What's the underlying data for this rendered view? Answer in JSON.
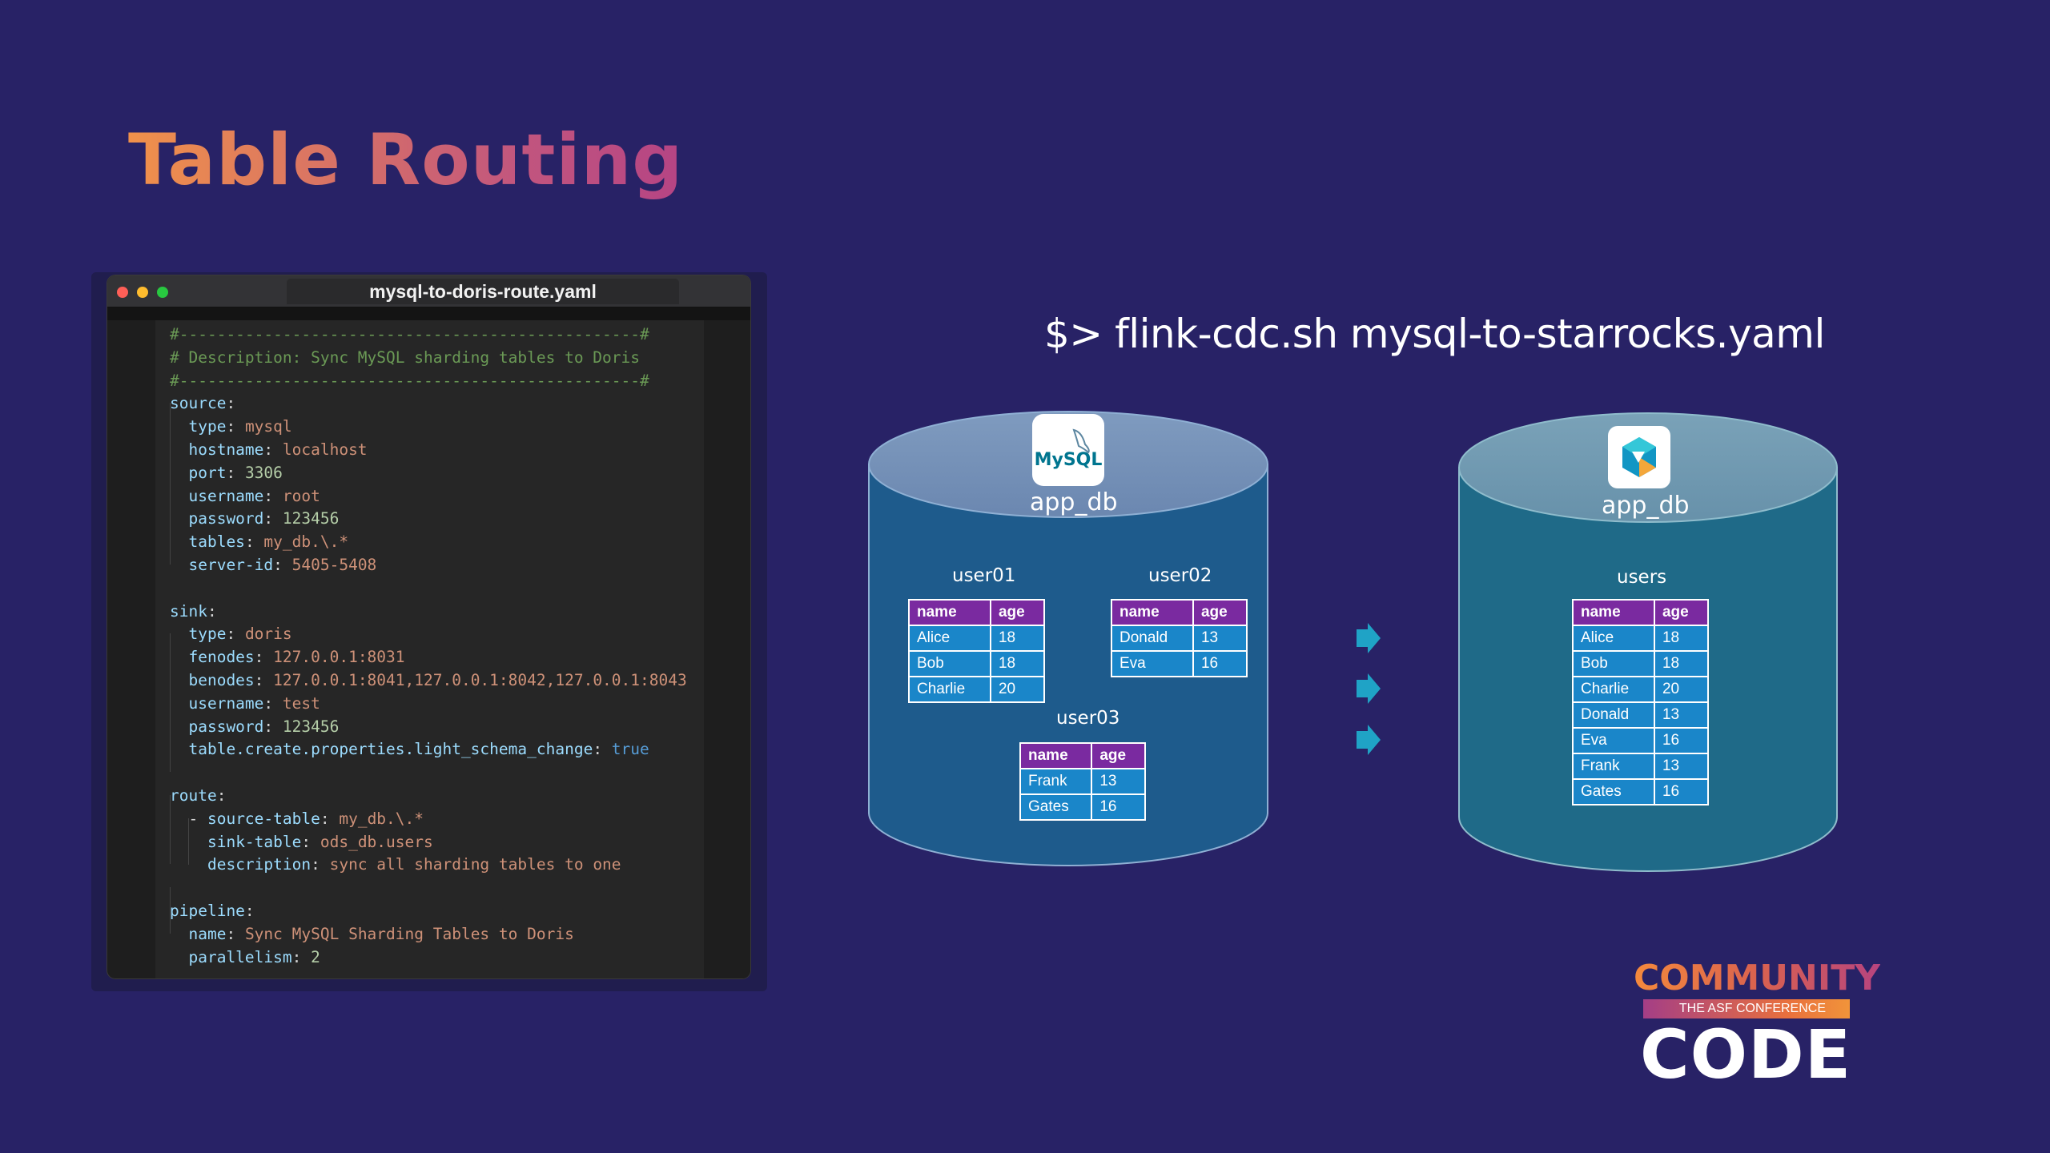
{
  "slide": {
    "title": "Table Routing",
    "command": "$> flink-cdc.sh mysql-to-starrocks.yaml"
  },
  "terminal": {
    "tab_title": "mysql-to-doris-route.yaml",
    "lines": [
      [
        [
          "cm",
          "#-------------------------------------------------#"
        ]
      ],
      [
        [
          "cm",
          "# Description: Sync MySQL sharding tables to Doris"
        ]
      ],
      [
        [
          "cm",
          "#-------------------------------------------------#"
        ]
      ],
      [
        [
          "k",
          "source"
        ],
        [
          "p",
          ":"
        ]
      ],
      [
        [
          "p",
          "  "
        ],
        [
          "k",
          "type"
        ],
        [
          "p",
          ": "
        ],
        [
          "s",
          "mysql"
        ]
      ],
      [
        [
          "p",
          "  "
        ],
        [
          "k",
          "hostname"
        ],
        [
          "p",
          ": "
        ],
        [
          "s",
          "localhost"
        ]
      ],
      [
        [
          "p",
          "  "
        ],
        [
          "k",
          "port"
        ],
        [
          "p",
          ": "
        ],
        [
          "n",
          "3306"
        ]
      ],
      [
        [
          "p",
          "  "
        ],
        [
          "k",
          "username"
        ],
        [
          "p",
          ": "
        ],
        [
          "s",
          "root"
        ]
      ],
      [
        [
          "p",
          "  "
        ],
        [
          "k",
          "password"
        ],
        [
          "p",
          ": "
        ],
        [
          "n",
          "123456"
        ]
      ],
      [
        [
          "p",
          "  "
        ],
        [
          "k",
          "tables"
        ],
        [
          "p",
          ": "
        ],
        [
          "s",
          "my_db.\\.*"
        ]
      ],
      [
        [
          "p",
          "  "
        ],
        [
          "k",
          "server-id"
        ],
        [
          "p",
          ": "
        ],
        [
          "s",
          "5405-5408"
        ]
      ],
      [
        [
          "p",
          ""
        ]
      ],
      [
        [
          "k",
          "sink"
        ],
        [
          "p",
          ":"
        ]
      ],
      [
        [
          "p",
          "  "
        ],
        [
          "k",
          "type"
        ],
        [
          "p",
          ": "
        ],
        [
          "s",
          "doris"
        ]
      ],
      [
        [
          "p",
          "  "
        ],
        [
          "k",
          "fenodes"
        ],
        [
          "p",
          ": "
        ],
        [
          "s",
          "127.0.0.1:8031"
        ]
      ],
      [
        [
          "p",
          "  "
        ],
        [
          "k",
          "benodes"
        ],
        [
          "p",
          ": "
        ],
        [
          "s",
          "127.0.0.1:8041,127.0.0.1:8042,127.0.0.1:8043"
        ]
      ],
      [
        [
          "p",
          "  "
        ],
        [
          "k",
          "username"
        ],
        [
          "p",
          ": "
        ],
        [
          "s",
          "test"
        ]
      ],
      [
        [
          "p",
          "  "
        ],
        [
          "k",
          "password"
        ],
        [
          "p",
          ": "
        ],
        [
          "n",
          "123456"
        ]
      ],
      [
        [
          "p",
          "  "
        ],
        [
          "k",
          "table.create.properties.light_schema_change"
        ],
        [
          "p",
          ": "
        ],
        [
          "b",
          "true"
        ]
      ],
      [
        [
          "p",
          ""
        ]
      ],
      [
        [
          "k",
          "route"
        ],
        [
          "p",
          ":"
        ]
      ],
      [
        [
          "p",
          "  - "
        ],
        [
          "k",
          "source-table"
        ],
        [
          "p",
          ": "
        ],
        [
          "s",
          "my_db.\\.*"
        ]
      ],
      [
        [
          "p",
          "    "
        ],
        [
          "k",
          "sink-table"
        ],
        [
          "p",
          ": "
        ],
        [
          "s",
          "ods_db.users"
        ]
      ],
      [
        [
          "p",
          "    "
        ],
        [
          "k",
          "description"
        ],
        [
          "p",
          ": "
        ],
        [
          "s",
          "sync all sharding tables to one"
        ]
      ],
      [
        [
          "p",
          ""
        ]
      ],
      [
        [
          "k",
          "pipeline"
        ],
        [
          "p",
          ":"
        ]
      ],
      [
        [
          "p",
          "  "
        ],
        [
          "k",
          "name"
        ],
        [
          "p",
          ": "
        ],
        [
          "s",
          "Sync MySQL Sharding Tables to Doris"
        ]
      ],
      [
        [
          "p",
          "  "
        ],
        [
          "k",
          "parallelism"
        ],
        [
          "p",
          ": "
        ],
        [
          "n",
          "2"
        ]
      ]
    ]
  },
  "source_db": {
    "name": "app_db",
    "logo": "mysql-logo",
    "logo_text": "MySQL",
    "tables": [
      {
        "name": "user01",
        "headers": [
          "name",
          "age"
        ],
        "rows": [
          [
            "Alice",
            "18"
          ],
          [
            "Bob",
            "18"
          ],
          [
            "Charlie",
            "20"
          ]
        ]
      },
      {
        "name": "user02",
        "headers": [
          "name",
          "age"
        ],
        "rows": [
          [
            "Donald",
            "13"
          ],
          [
            "Eva",
            "16"
          ]
        ]
      },
      {
        "name": "user03",
        "headers": [
          "name",
          "age"
        ],
        "rows": [
          [
            "Frank",
            "13"
          ],
          [
            "Gates",
            "16"
          ]
        ]
      }
    ]
  },
  "sink_db": {
    "name": "app_db",
    "logo": "starrocks-logo",
    "tables": [
      {
        "name": "users",
        "headers": [
          "name",
          "age"
        ],
        "rows": [
          [
            "Alice",
            "18"
          ],
          [
            "Bob",
            "18"
          ],
          [
            "Charlie",
            "20"
          ],
          [
            "Donald",
            "13"
          ],
          [
            "Eva",
            "16"
          ],
          [
            "Frank",
            "13"
          ],
          [
            "Gates",
            "16"
          ]
        ]
      }
    ]
  },
  "branding": {
    "line1": "COMMUNITY",
    "line2": "THE ASF CONFERENCE",
    "line3": "CODE"
  },
  "colors": {
    "background": "#282266",
    "cylinder_left": "#1e5b8c",
    "cylinder_right": "#1f6a88",
    "table_header": "#7a2aa0",
    "table_cell": "#1a86c9",
    "arrow": "#1fa3c6"
  }
}
